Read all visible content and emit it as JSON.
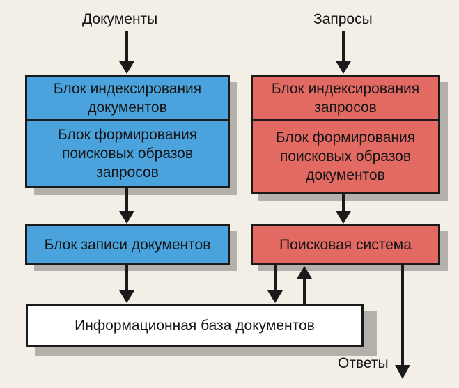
{
  "inputs": {
    "documents": "Документы",
    "queries": "Запросы"
  },
  "left_column": {
    "indexing": "Блок индексирования\nдокументов",
    "forming": "Блок формирования\nпоисковых образов\nзапросов",
    "writer": "Блок записи документов"
  },
  "right_column": {
    "indexing": "Блок индексирования\nзапросов",
    "forming": "Блок формирования\nпоисковых образов\nдокументов",
    "search": "Поисковая система"
  },
  "database": "Информационная база документов",
  "output": "Ответы",
  "colors": {
    "left_fill": "#4aa3dc",
    "right_fill": "#e26a63",
    "database_fill": "#ffffff",
    "stroke": "#1a1a1a",
    "shadow": "#b4b0ab"
  }
}
